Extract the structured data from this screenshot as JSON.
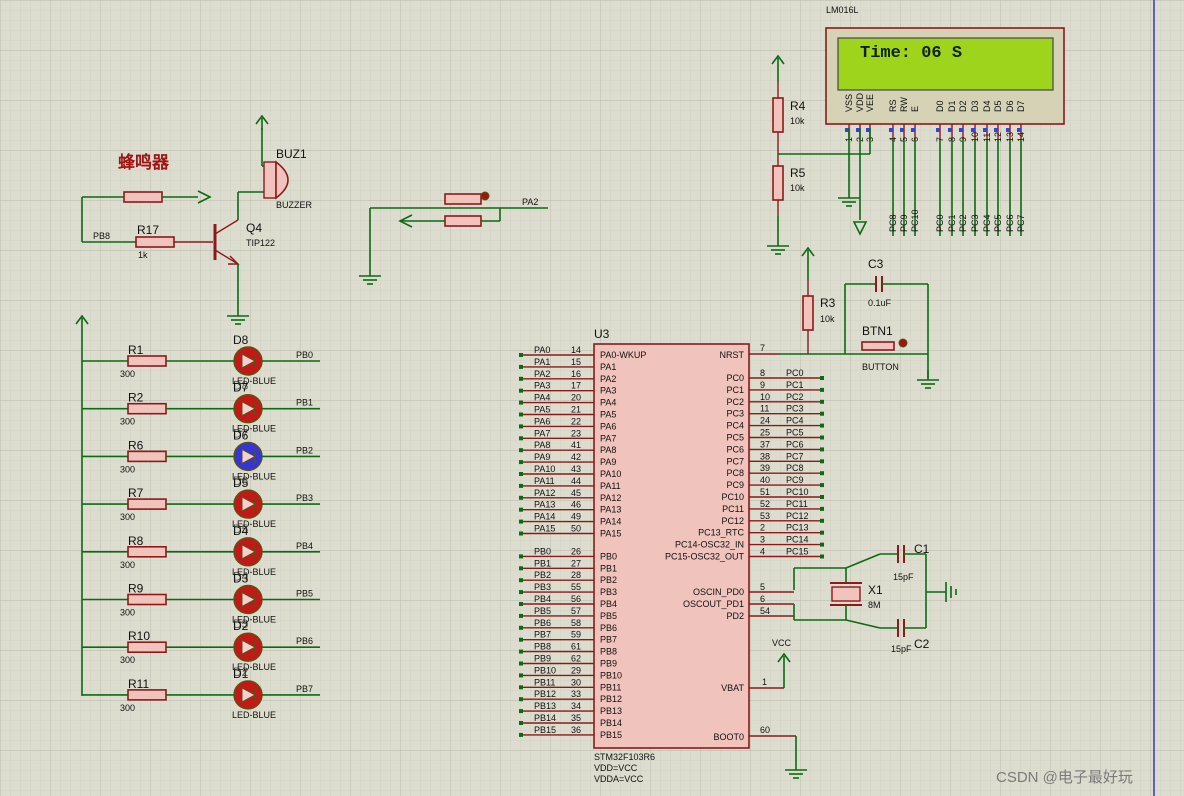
{
  "lcd": {
    "part": "LM016L",
    "display": "Time: 06 S",
    "pins": [
      {
        "name": "VSS",
        "num": "1"
      },
      {
        "name": "VDD",
        "num": "2"
      },
      {
        "name": "VEE",
        "num": "3"
      },
      {
        "name": "RS",
        "num": "4"
      },
      {
        "name": "RW",
        "num": "5"
      },
      {
        "name": "E",
        "num": "6"
      },
      {
        "name": "D0",
        "num": "7"
      },
      {
        "name": "D1",
        "num": "8"
      },
      {
        "name": "D2",
        "num": "9"
      },
      {
        "name": "D3",
        "num": "10"
      },
      {
        "name": "D4",
        "num": "11"
      },
      {
        "name": "D5",
        "num": "12"
      },
      {
        "name": "D6",
        "num": "13"
      },
      {
        "name": "D7",
        "num": "14"
      }
    ],
    "nets": [
      "PC8",
      "PC9",
      "PC10",
      "PC0",
      "PC1",
      "PC2",
      "PC3",
      "PC4",
      "PC5",
      "PC6",
      "PC7"
    ]
  },
  "buzzer": {
    "caption": "蜂鸣器",
    "ref": "BUZ1",
    "part": "BUZZER"
  },
  "transistor": {
    "ref": "Q4",
    "part": "TIP122"
  },
  "r17": {
    "ref": "R17",
    "value": "1k",
    "net": "PB8"
  },
  "r4": {
    "ref": "R4",
    "value": "10k"
  },
  "r5": {
    "ref": "R5",
    "value": "10k"
  },
  "r3": {
    "ref": "R3",
    "value": "10k"
  },
  "c3": {
    "ref": "C3",
    "value": "0.1uF"
  },
  "btn1": {
    "ref": "BTN1",
    "part": "BUTTON"
  },
  "sw_net": "PA2",
  "leds": [
    {
      "r": "R1",
      "rv": "300",
      "d": "D8",
      "d2": "",
      "part": "LED-BLUE",
      "pb": "PB0"
    },
    {
      "r": "R2",
      "rv": "300",
      "d": "D7",
      "d2": "D8",
      "part": "LED-BLUE",
      "pb": "PB1"
    },
    {
      "r": "R6",
      "rv": "300",
      "d": "D6",
      "d2": "D7",
      "part": "LED-BLUE",
      "pb": "PB2"
    },
    {
      "r": "R7",
      "rv": "300",
      "d": "D5",
      "d2": "D6",
      "part": "LED-BLUE",
      "pb": "PB3"
    },
    {
      "r": "R8",
      "rv": "300",
      "d": "D4",
      "d2": "D5",
      "part": "LED-BLUE",
      "pb": "PB4"
    },
    {
      "r": "R9",
      "rv": "300",
      "d": "D3",
      "d2": "D4",
      "part": "LED-BLUE",
      "pb": "PB5"
    },
    {
      "r": "R10",
      "rv": "300",
      "d": "D2",
      "d2": "D3",
      "part": "LED-BLUE",
      "pb": "PB6"
    },
    {
      "r": "R11",
      "rv": "300",
      "d": "D1",
      "d2": "D2",
      "part": "LED-BLUE",
      "pb": "PB7"
    }
  ],
  "mcu": {
    "ref": "U3",
    "part": "STM32F103R6",
    "notes": [
      "VDD=VCC",
      "VDDA=VCC"
    ],
    "left_pins": [
      {
        "net": "PA0",
        "num": "14",
        "name": "PA0-WKUP"
      },
      {
        "net": "PA1",
        "num": "15",
        "name": "PA1"
      },
      {
        "net": "PA2",
        "num": "16",
        "name": "PA2"
      },
      {
        "net": "PA3",
        "num": "17",
        "name": "PA3"
      },
      {
        "net": "PA4",
        "num": "20",
        "name": "PA4"
      },
      {
        "net": "PA5",
        "num": "21",
        "name": "PA5"
      },
      {
        "net": "PA6",
        "num": "22",
        "name": "PA6"
      },
      {
        "net": "PA7",
        "num": "23",
        "name": "PA7"
      },
      {
        "net": "PA8",
        "num": "41",
        "name": "PA8"
      },
      {
        "net": "PA9",
        "num": "42",
        "name": "PA9"
      },
      {
        "net": "PA10",
        "num": "43",
        "name": "PA10"
      },
      {
        "net": "PA11",
        "num": "44",
        "name": "PA11"
      },
      {
        "net": "PA12",
        "num": "45",
        "name": "PA12"
      },
      {
        "net": "PA13",
        "num": "46",
        "name": "PA13"
      },
      {
        "net": "PA14",
        "num": "49",
        "name": "PA14"
      },
      {
        "net": "PA15",
        "num": "50",
        "name": "PA15"
      },
      {
        "net": "PB0",
        "num": "26",
        "name": "PB0"
      },
      {
        "net": "PB1",
        "num": "27",
        "name": "PB1"
      },
      {
        "net": "PB2",
        "num": "28",
        "name": "PB2"
      },
      {
        "net": "PB3",
        "num": "55",
        "name": "PB3"
      },
      {
        "net": "PB4",
        "num": "56",
        "name": "PB4"
      },
      {
        "net": "PB5",
        "num": "57",
        "name": "PB5"
      },
      {
        "net": "PB6",
        "num": "58",
        "name": "PB6"
      },
      {
        "net": "PB7",
        "num": "59",
        "name": "PB7"
      },
      {
        "net": "PB8",
        "num": "61",
        "name": "PB8"
      },
      {
        "net": "PB9",
        "num": "62",
        "name": "PB9"
      },
      {
        "net": "PB10",
        "num": "29",
        "name": "PB10"
      },
      {
        "net": "PB11",
        "num": "30",
        "name": "PB11"
      },
      {
        "net": "PB12",
        "num": "33",
        "name": "PB12"
      },
      {
        "net": "PB13",
        "num": "34",
        "name": "PB13"
      },
      {
        "net": "PB14",
        "num": "35",
        "name": "PB14"
      },
      {
        "net": "PB15",
        "num": "36",
        "name": "PB15"
      }
    ],
    "right_top": {
      "name": "NRST",
      "num": "7"
    },
    "right_pins": [
      {
        "net": "PC0",
        "num": "8",
        "name": "PC0"
      },
      {
        "net": "PC1",
        "num": "9",
        "name": "PC1"
      },
      {
        "net": "PC2",
        "num": "10",
        "name": "PC2"
      },
      {
        "net": "PC3",
        "num": "11",
        "name": "PC3"
      },
      {
        "net": "PC4",
        "num": "24",
        "name": "PC4"
      },
      {
        "net": "PC5",
        "num": "25",
        "name": "PC5"
      },
      {
        "net": "PC6",
        "num": "37",
        "name": "PC6"
      },
      {
        "net": "PC7",
        "num": "38",
        "name": "PC7"
      },
      {
        "net": "PC8",
        "num": "39",
        "name": "PC8"
      },
      {
        "net": "PC9",
        "num": "40",
        "name": "PC9"
      },
      {
        "net": "PC10",
        "num": "51",
        "name": "PC10"
      },
      {
        "net": "PC11",
        "num": "52",
        "name": "PC11"
      },
      {
        "net": "PC12",
        "num": "53",
        "name": "PC12"
      },
      {
        "net": "PC13",
        "num": "2",
        "name": "PC13_RTC"
      },
      {
        "net": "PC14",
        "num": "3",
        "name": "PC14-OSC32_IN"
      },
      {
        "net": "PC15",
        "num": "4",
        "name": "PC15-OSC32_OUT"
      }
    ],
    "osc_pins": [
      {
        "name": "OSCIN_PD0",
        "num": "5"
      },
      {
        "name": "OSCOUT_PD1",
        "num": "6"
      },
      {
        "name": "PD2",
        "num": "54"
      }
    ],
    "vcc_label": "VCC",
    "vbat": {
      "name": "VBAT",
      "num": "1"
    },
    "boot0": {
      "name": "BOOT0",
      "num": "60"
    }
  },
  "crystal": {
    "ref": "X1",
    "value": "8M"
  },
  "c1": {
    "ref": "C1",
    "value": "15pF"
  },
  "c2": {
    "ref": "C2",
    "value": "15pF"
  },
  "watermark": "CSDN @电子最好玩"
}
